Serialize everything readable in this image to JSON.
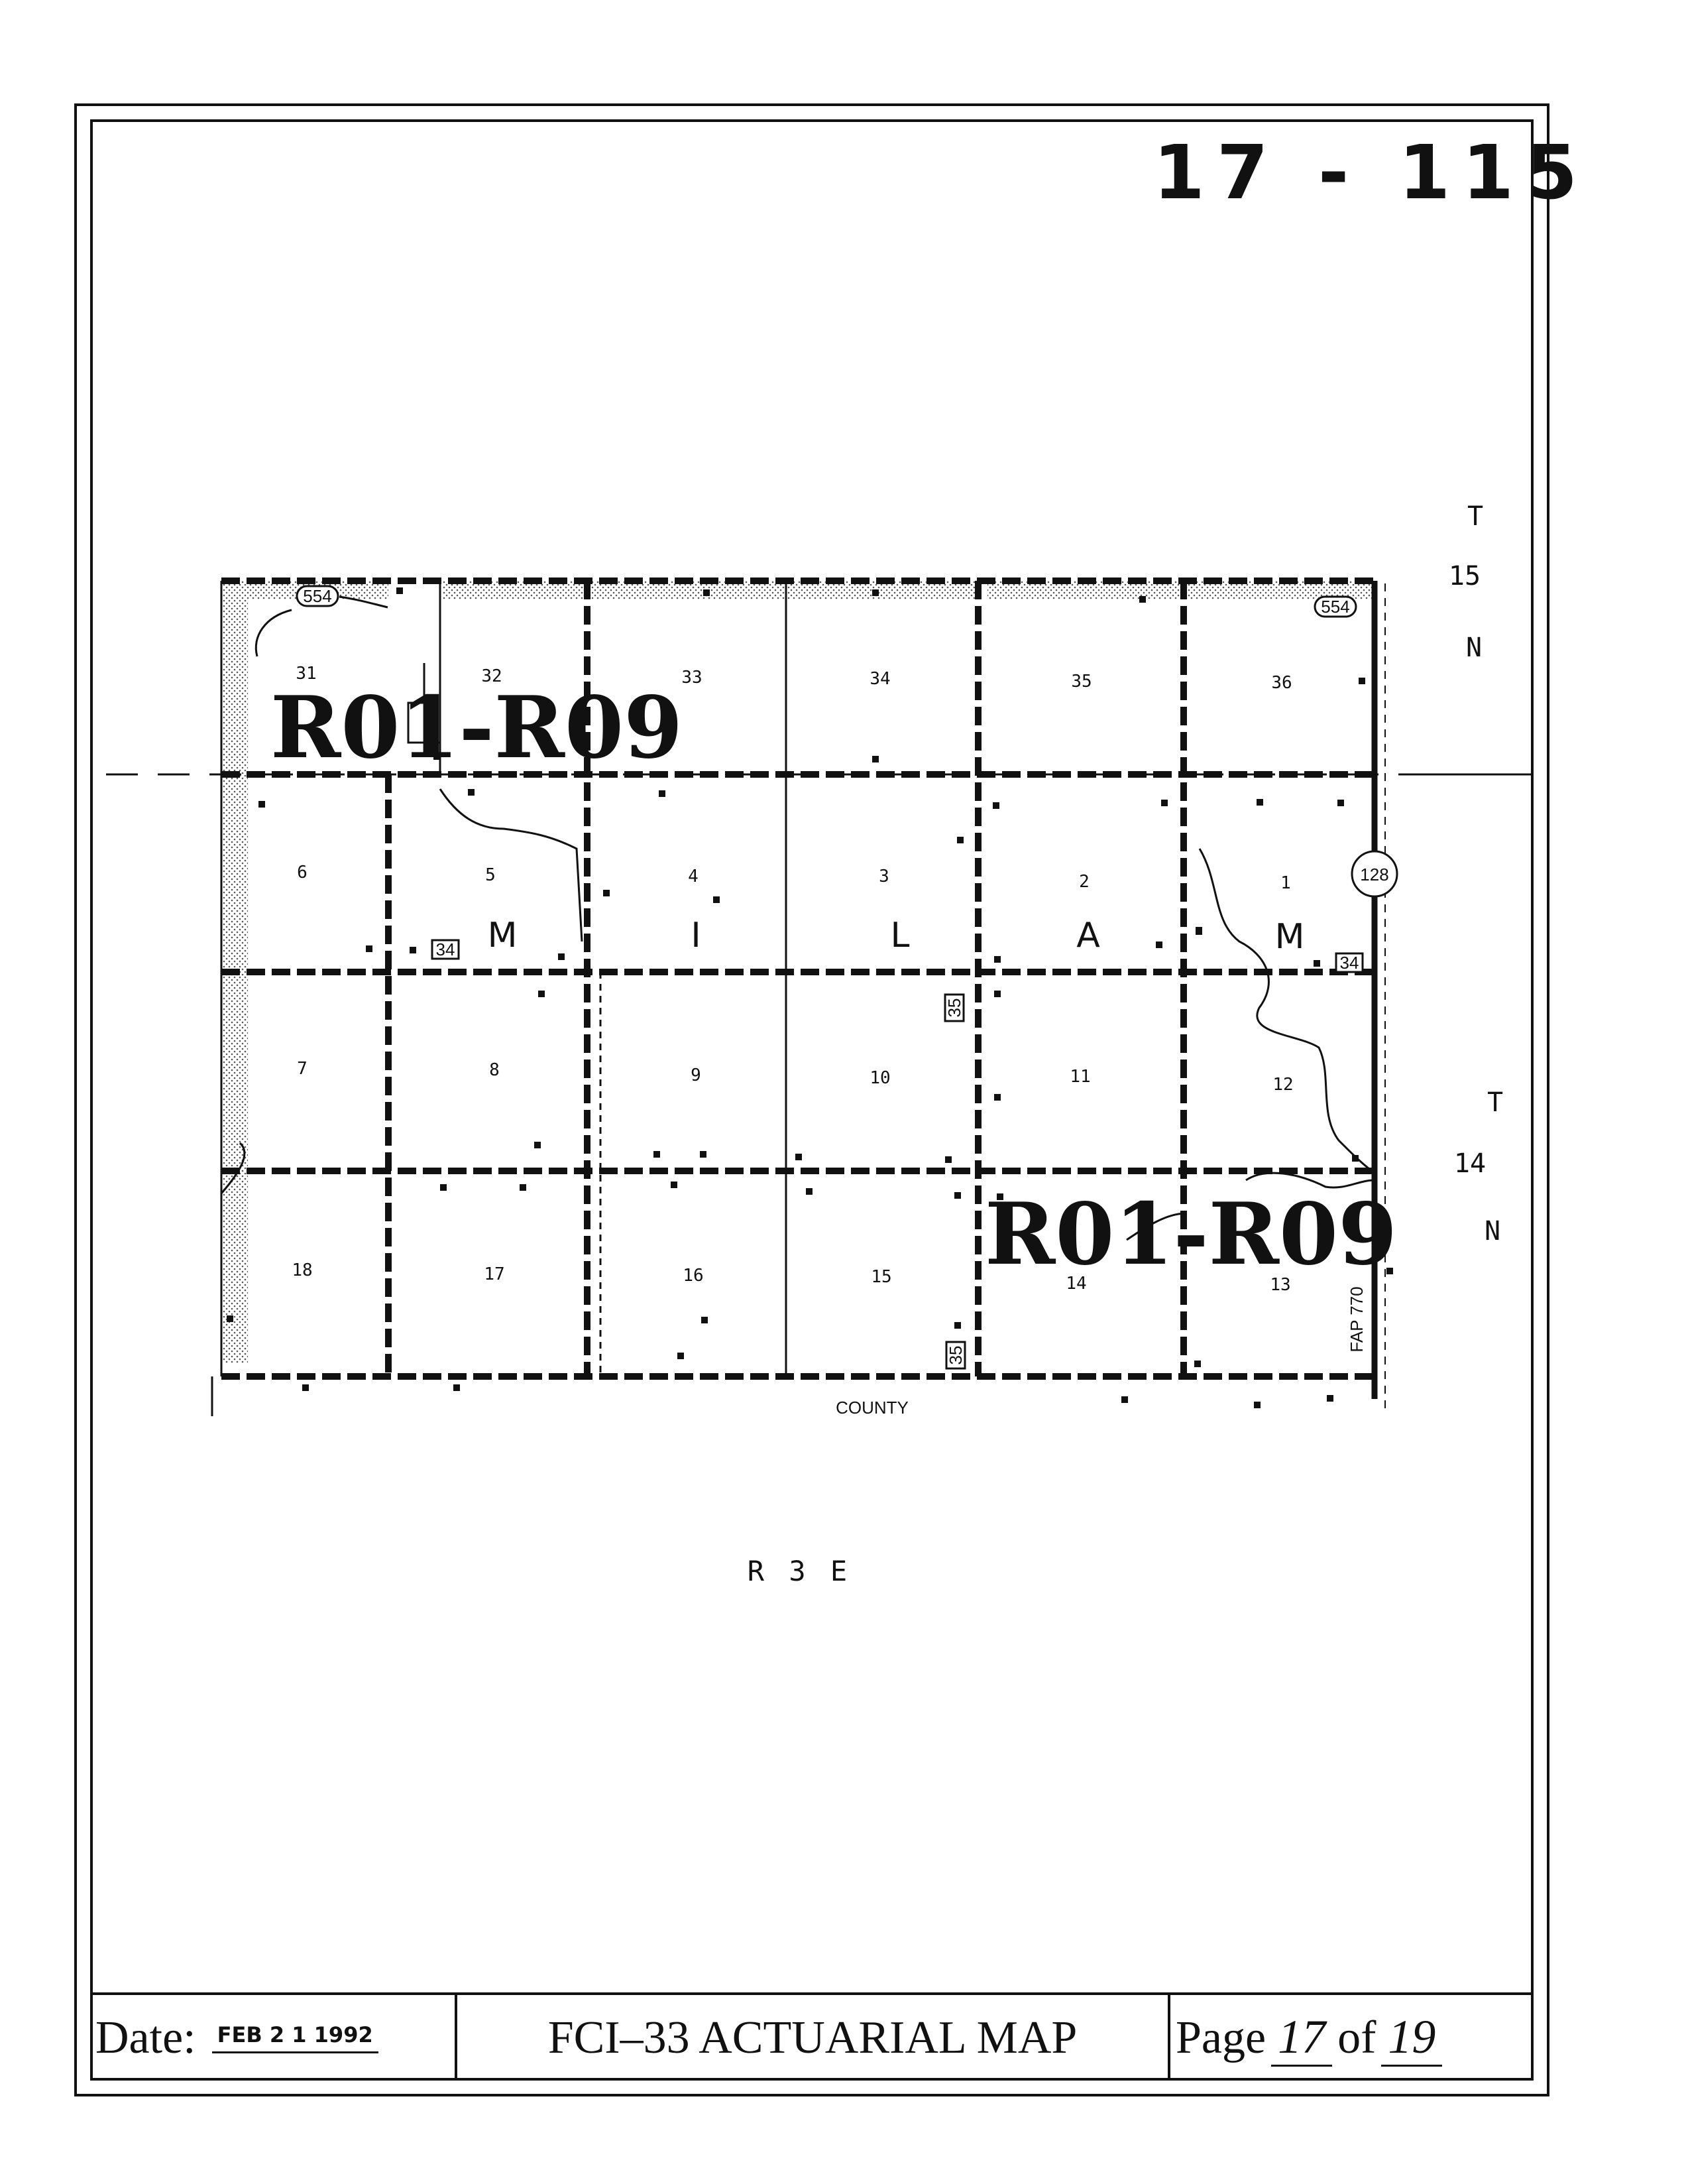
{
  "map_id": "17 - 115",
  "township": {
    "name_letters": [
      "M",
      "I",
      "L",
      "A",
      "M"
    ],
    "north": {
      "t": "T",
      "num": "15",
      "dir": "N"
    },
    "south": {
      "t": "T",
      "num": "14",
      "dir": "N"
    },
    "range": "R 3 E"
  },
  "sections": {
    "row1": [
      "31",
      "32",
      "33",
      "34",
      "35",
      "36"
    ],
    "row2": [
      "6",
      "5",
      "4",
      "3",
      "2",
      "1"
    ],
    "row3": [
      "7",
      "8",
      "9",
      "10",
      "11",
      "12"
    ],
    "row4": [
      "18",
      "17",
      "16",
      "15",
      "14",
      "13"
    ]
  },
  "overlay_codes": [
    "R01-R09",
    "R01-R09"
  ],
  "roads": {
    "route_554_a": "554",
    "route_554_b": "554",
    "route_128": "128",
    "route_34_a": "34",
    "route_34_b": "34",
    "route_35_a": "35",
    "route_35_b": "35",
    "fap": "FAP 770",
    "county": "COUNTY"
  },
  "footer": {
    "date_label": "Date:",
    "date_stamp": "FEB 2 1 1992",
    "title": "FCI–33 ACTUARIAL MAP",
    "page_label": "Page",
    "page_num": "17",
    "of_label": "of",
    "page_total": "19"
  }
}
